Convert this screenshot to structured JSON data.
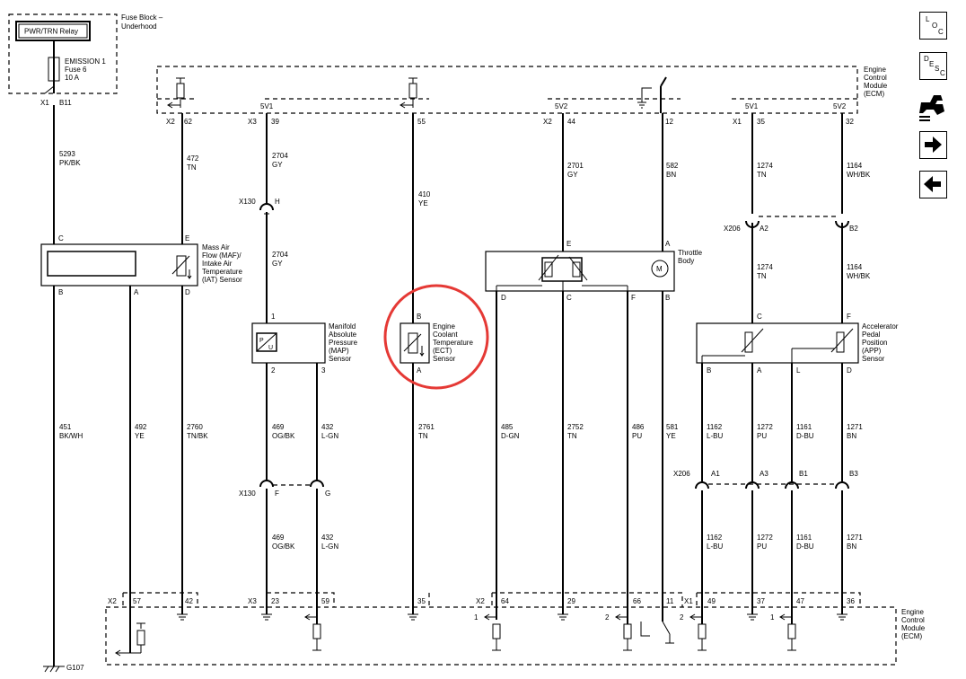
{
  "fuse_block": {
    "title_l1": "Fuse Block –",
    "title_l2": "Underhood",
    "relay": "PWR/TRN Relay",
    "fuse_l1": "EMISSION 1",
    "fuse_l2": "Fuse 6",
    "fuse_l3": "10 A",
    "conn": "X1",
    "pin": "B11"
  },
  "ecm_top": {
    "l1": "Engine",
    "l2": "Control",
    "l3": "Module",
    "l4": "(ECM)"
  },
  "ecm_bottom": {
    "l1": "Engine",
    "l2": "Control",
    "l3": "Module",
    "l4": "(ECM)"
  },
  "top_pins": {
    "c1": "X2",
    "p1": "62",
    "c2": "X3",
    "p2": "39",
    "p3": "55",
    "c4": "X2",
    "p4": "44",
    "p5": "12",
    "c6": "X1",
    "p6": "35",
    "p7": "32",
    "ref1": "5V1",
    "ref2": "5V2",
    "ref3": "5V1",
    "ref4": "5V2"
  },
  "bottom_pins": {
    "c1": "X2",
    "p1": "57",
    "p2": "42",
    "c3": "X3",
    "p3": "23",
    "p4": "59",
    "p5": "35",
    "c6": "X2",
    "p6": "64",
    "p7": "29",
    "p8": "66",
    "p9": "11",
    "c10": "X1",
    "p10": "49",
    "p11": "37",
    "p12": "47",
    "p13": "36",
    "n1": "1",
    "n2": "2",
    "n3": "2",
    "n4": "1"
  },
  "wires": {
    "w5293": "5293",
    "w5293c": "PK/BK",
    "w472": "472",
    "w472c": "TN",
    "w2704a": "2704",
    "w2704ac": "GY",
    "w410": "410",
    "w410c": "YE",
    "w2701": "2701",
    "w2701c": "GY",
    "w582": "582",
    "w582c": "BN",
    "w1274a": "1274",
    "w1274ac": "TN",
    "w1164a": "1164",
    "w1164ac": "WH/BK",
    "w2704b": "2704",
    "w2704bc": "GY",
    "w1274b": "1274",
    "w1274bc": "TN",
    "w1164b": "1164",
    "w1164bc": "WH/BK",
    "w451": "451",
    "w451c": "BK/WH",
    "w492": "492",
    "w492c": "YE",
    "w2760": "2760",
    "w2760c": "TN/BK",
    "w469a": "469",
    "w469ac": "OG/BK",
    "w432a": "432",
    "w432ac": "L-GN",
    "w2761": "2761",
    "w2761c": "TN",
    "w485": "485",
    "w485c": "D-GN",
    "w2752": "2752",
    "w2752c": "TN",
    "w486": "486",
    "w486c": "PU",
    "w581": "581",
    "w581c": "YE",
    "w1162a": "1162",
    "w1162ac": "L-BU",
    "w1272a": "1272",
    "w1272ac": "PU",
    "w1161a": "1161",
    "w1161ac": "D-BU",
    "w1271a": "1271",
    "w1271ac": "BN",
    "w469b": "469",
    "w469bc": "OG/BK",
    "w432b": "432",
    "w432bc": "L-GN",
    "w1162b": "1162",
    "w1162bc": "L-BU",
    "w1272b": "1272",
    "w1272bc": "PU",
    "w1161b": "1161",
    "w1161bc": "D-BU",
    "w1271b": "1271",
    "w1271bc": "BN"
  },
  "connectors": {
    "x130_top": "X130",
    "x130_top_pin": "H",
    "x130_bot": "X130",
    "x130_bot_f": "F",
    "x130_bot_g": "G",
    "x206_top": "X206",
    "x206_top_a2": "A2",
    "x206_top_b2": "B2",
    "x206_bot": "X206",
    "x206_bot_a1": "A1",
    "x206_bot_a3": "A3",
    "x206_bot_b1": "B1",
    "x206_bot_b3": "B3"
  },
  "maf": {
    "l1": "Mass Air",
    "l2": "Flow (MAF)/",
    "l3": "Intake Air",
    "l4": "Temperature",
    "l5": "(IAT) Sensor",
    "pc": "C",
    "pe": "E",
    "pb": "B",
    "pa": "A",
    "pd": "D"
  },
  "map": {
    "l1": "Manifold",
    "l2": "Absolute",
    "l3": "Pressure",
    "l4": "(MAP)",
    "l5": "Sensor",
    "p1": "1",
    "p2": "2",
    "p3": "3",
    "sym_p": "P",
    "sym_u": "U"
  },
  "ect": {
    "l1": "Engine",
    "l2": "Coolant",
    "l3": "Temperature",
    "l4": "(ECT)",
    "l5": "Sensor",
    "pb": "B",
    "pa": "A"
  },
  "throttle": {
    "l1": "Throttle",
    "l2": "Body",
    "pe": "E",
    "pa": "A",
    "pd": "D",
    "pc": "C",
    "pf": "F",
    "pb": "B",
    "motor": "M"
  },
  "app": {
    "l1": "Accelerator",
    "l2": "Pedal",
    "l3": "Position",
    "l4": "(APP)",
    "l5": "Sensor",
    "pc": "C",
    "pf": "F",
    "pb": "B",
    "pa": "A",
    "pl": "L",
    "pd": "D"
  },
  "ground": {
    "label": "G107"
  },
  "nav": {
    "loc_l": "L",
    "loc_o": "O",
    "loc_c": "C",
    "desc_d": "D",
    "desc_e": "E",
    "desc_s": "S",
    "desc_c": "C"
  }
}
